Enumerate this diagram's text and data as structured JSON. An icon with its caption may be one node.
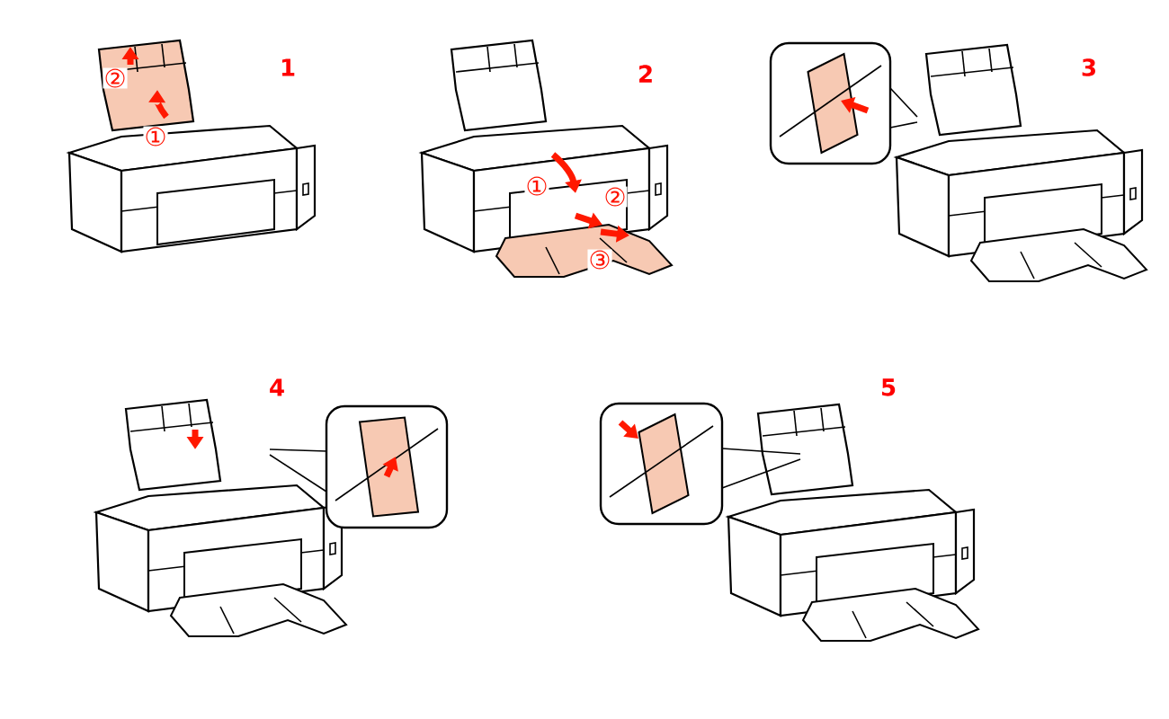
{
  "diagram": {
    "labels": [
      "1",
      "②",
      "①",
      "2",
      "①",
      "②",
      "③",
      "3",
      "4",
      "5"
    ]
  }
}
